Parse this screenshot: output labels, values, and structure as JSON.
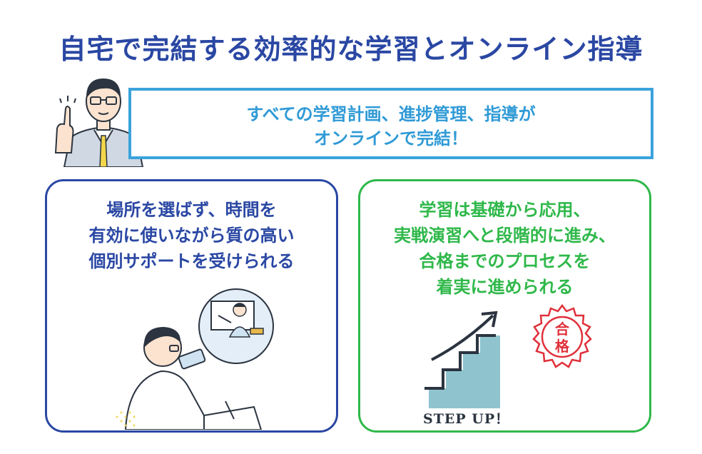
{
  "title": "自宅で完結する効率的な学習とオンライン指導",
  "banner": {
    "line1": "すべての学習計画、進捗管理、指導が",
    "line2": "オンラインで完結！"
  },
  "left_card": {
    "lines": [
      "場所を選ばず、時間を",
      "有効に使いながら質の高い",
      "個別サポートを受けられる"
    ]
  },
  "right_card": {
    "lines": [
      "学習は基礎から応用、",
      "実戦演習へと段階的に進み、",
      "合格までのプロセスを",
      "着実に進められる"
    ],
    "step_label": "STEP UP！",
    "stamp_chars": [
      "合",
      "格"
    ]
  },
  "colors": {
    "title": "#2a47a3",
    "banner_border": "#3aa3dc",
    "left_accent": "#2a47a3",
    "right_accent": "#2fb84a",
    "stamp": "#e0303a"
  }
}
